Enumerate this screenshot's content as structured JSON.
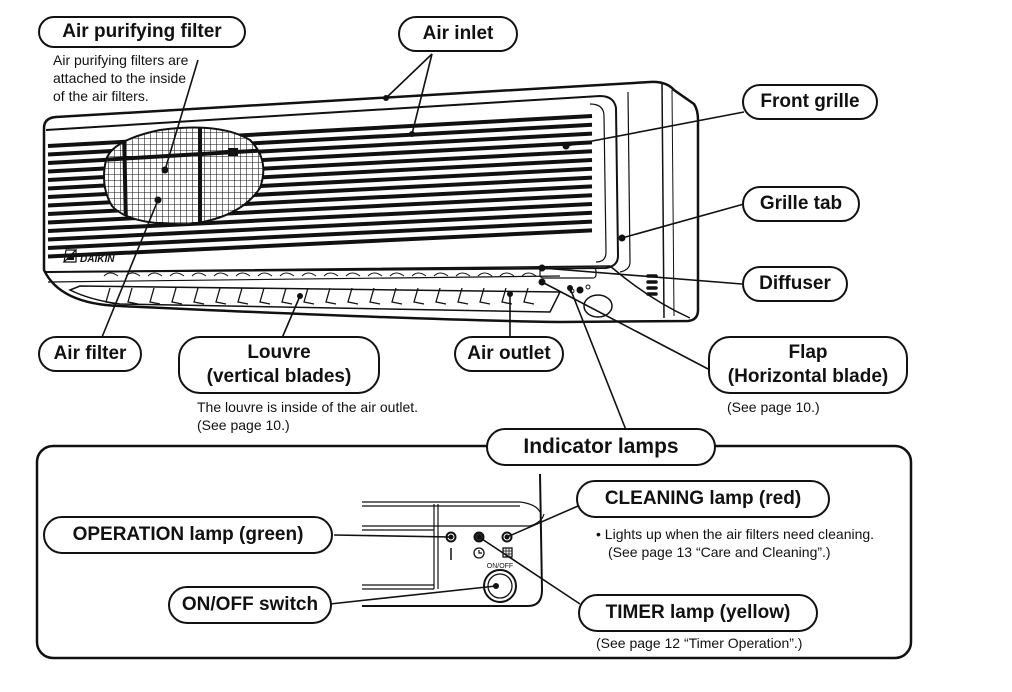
{
  "brand": "DAIKIN",
  "labels": {
    "air_purifying_filter": {
      "title": "Air purifying filter",
      "note": [
        "Air purifying filters are",
        "attached to the inside",
        "of the air filters."
      ]
    },
    "air_inlet": {
      "title": "Air inlet"
    },
    "front_grille": {
      "title": "Front grille"
    },
    "grille_tab": {
      "title": "Grille tab"
    },
    "diffuser": {
      "title": "Diffuser"
    },
    "air_filter": {
      "title": "Air filter"
    },
    "louvre": {
      "title": "Louvre",
      "subtitle": "(vertical blades)",
      "note": [
        "The louvre is inside of the air outlet.",
        "(See page 10.)"
      ]
    },
    "air_outlet": {
      "title": "Air outlet"
    },
    "flap": {
      "title": "Flap",
      "subtitle": "(Horizontal blade)",
      "note": "(See page 10.)"
    },
    "indicator_lamps": {
      "title": "Indicator lamps"
    },
    "operation_lamp": {
      "title": "OPERATION lamp (green)"
    },
    "cleaning_lamp": {
      "title": "CLEANING lamp (red)",
      "note": [
        "• Lights up when the air filters need cleaning.",
        "(See page 13 “Care and Cleaning”.)"
      ]
    },
    "onoff_switch": {
      "title": "ON/OFF switch"
    },
    "timer_lamp": {
      "title": "TIMER lamp (yellow)",
      "note": "(See page 12 “Timer Operation”.)"
    }
  },
  "panel": {
    "onoff_caption": "ON/OFF",
    "operation_symbol": "|",
    "timer_symbol": "clock-icon",
    "cleaning_symbol": "filter-grid-icon"
  }
}
